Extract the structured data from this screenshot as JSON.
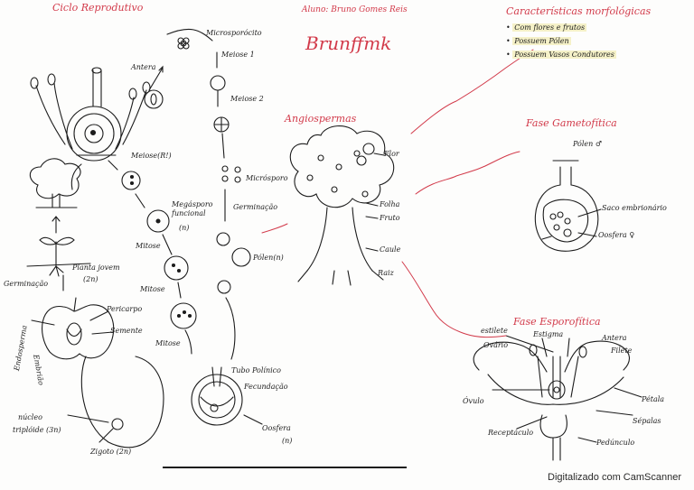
{
  "left": {
    "title": "Ciclo Reprodutivo",
    "labels": {
      "antera": "Antera",
      "microsporocito": "Microsporócito",
      "meiose1": "Meiose 1",
      "meiose2": "Meiose 2",
      "meiose_r": "Meiose(R!)",
      "microsporo": "Micrósporo",
      "megasporo": "Megásporo funcional",
      "megasporo_n": "(n)",
      "germinacao": "Germinação",
      "polen": "Pólen(n)",
      "mitose1": "Mitose",
      "mitose2": "Mitose",
      "mitose3": "Mitose",
      "planta_jovem": "Planta jovem",
      "planta_jovem_n": "(2n)",
      "germinacao2": "Germinação",
      "pericarpo": "Pericarpo",
      "semente": "Semente",
      "embriao": "Embrião",
      "endosperma": "Endosperma",
      "tubo_polinico": "Tubo Polínico",
      "fecundacao": "Fecundação",
      "oosfera": "Oosfera",
      "oosfera_n": "(n)",
      "nucleo": "núcleo",
      "triploide": "triplóide (3n)",
      "zigoto": "Zigoto (2n)"
    }
  },
  "middle": {
    "aluno": "Aluno: Bruno Gomes Reis",
    "signature": "Brunffmk",
    "title": "Angiospermas",
    "labels": {
      "flor": "Flor",
      "folha": "Folha",
      "fruto": "Fruto",
      "caule": "Caule",
      "raiz": "Raiz"
    }
  },
  "right": {
    "title": "Características morfológicas",
    "items": [
      "Com flores e frutos",
      "Possuem Pólen",
      "Possuem Vasos Condutores"
    ],
    "gametofitica": {
      "title": "Fase Gametofítica",
      "polen": "Pólen ♂",
      "saco": "Saco embrionário",
      "oosfera": "Oosfera ♀"
    },
    "esporofitica": {
      "title": "Fase Esporofítica",
      "estilete": "estilete",
      "estigma": "Estigma",
      "ovario": "Ovário",
      "antera": "Antera",
      "filete": "Filete",
      "ovulo": "Óvulo",
      "petala": "Pétala",
      "receptaculo": "Receptáculo",
      "sepalas": "Sépalas",
      "pedunculo": "Pedúnculo"
    }
  },
  "footer": "Digitalizado com CamScanner",
  "colors": {
    "ink": "#1c1c1c",
    "red": "#d23a4a",
    "highlight": "#f5f1c8"
  }
}
